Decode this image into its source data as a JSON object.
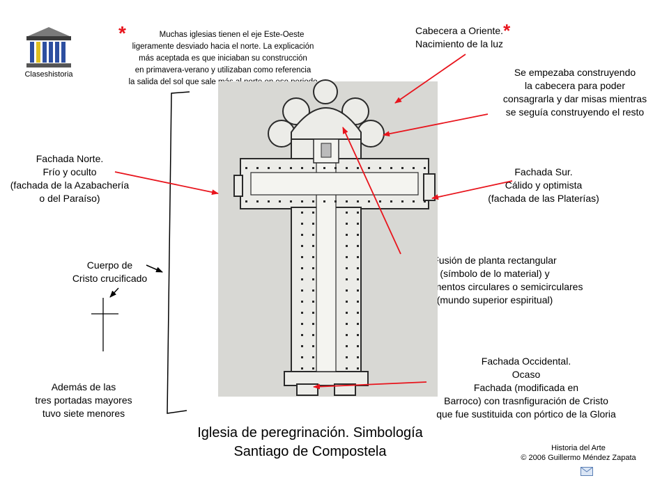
{
  "logo": {
    "label": "Claseshistoria"
  },
  "note": {
    "asterisk": "*",
    "lines": [
      "Muchas iglesias tienen el eje Este-Oeste",
      "ligeramente desviado hacia el norte. La  explicación",
      "más aceptada es que iniciaban su construcción",
      "en primavera-verano  y utilizaban como referencia",
      "la salida del sol que sale más al norte en ese periodo"
    ]
  },
  "labels": {
    "cabecera": {
      "lines": [
        "Cabecera a Oriente.",
        "Nacimiento de la luz"
      ],
      "asterisk": "*"
    },
    "empezaba": {
      "lines": [
        "Se empezaba construyendo",
        "la cabecera para poder",
        "consagrarla y dar misas mientras",
        "se seguía construyendo el resto"
      ]
    },
    "norte": {
      "lines": [
        "Fachada Norte.",
        "Frío y oculto",
        "(fachada de la Azabachería",
        "o del Paraíso)"
      ]
    },
    "sur": {
      "lines": [
        "Fachada Sur.",
        "Cálido y optimista",
        "(fachada de las Platerías)"
      ]
    },
    "cuerpo": {
      "lines": [
        "Cuerpo de",
        "Cristo crucificado"
      ]
    },
    "fusion": {
      "lines": [
        "Fusión de planta rectangular",
        "(símbolo de lo material) y",
        "de elementos circulares o semicirculares",
        "(mundo superior espiritual)"
      ]
    },
    "occidental": {
      "lines": [
        "Fachada Occidental.",
        "Ocaso",
        "Fachada (modificada en",
        "Barroco) con trasnfiguración de Cristo",
        "que fue sustituida con pórtico de la Gloria"
      ]
    },
    "portadas": {
      "lines": [
        "Además de las",
        "tres portadas mayores",
        "tuvo siete menores"
      ]
    }
  },
  "title": {
    "line1": "Iglesia de peregrinación. Simbología",
    "line2": "Santiago de Compostela"
  },
  "footer": {
    "course": "Historia del Arte",
    "copyright": "© 2006 Guillermo Méndez Zapata"
  },
  "colors": {
    "arrow": "#e8141c",
    "plan_background": "#d8d8d4",
    "plan_ink": "#2a2a2a",
    "accent": "#e8141c"
  }
}
